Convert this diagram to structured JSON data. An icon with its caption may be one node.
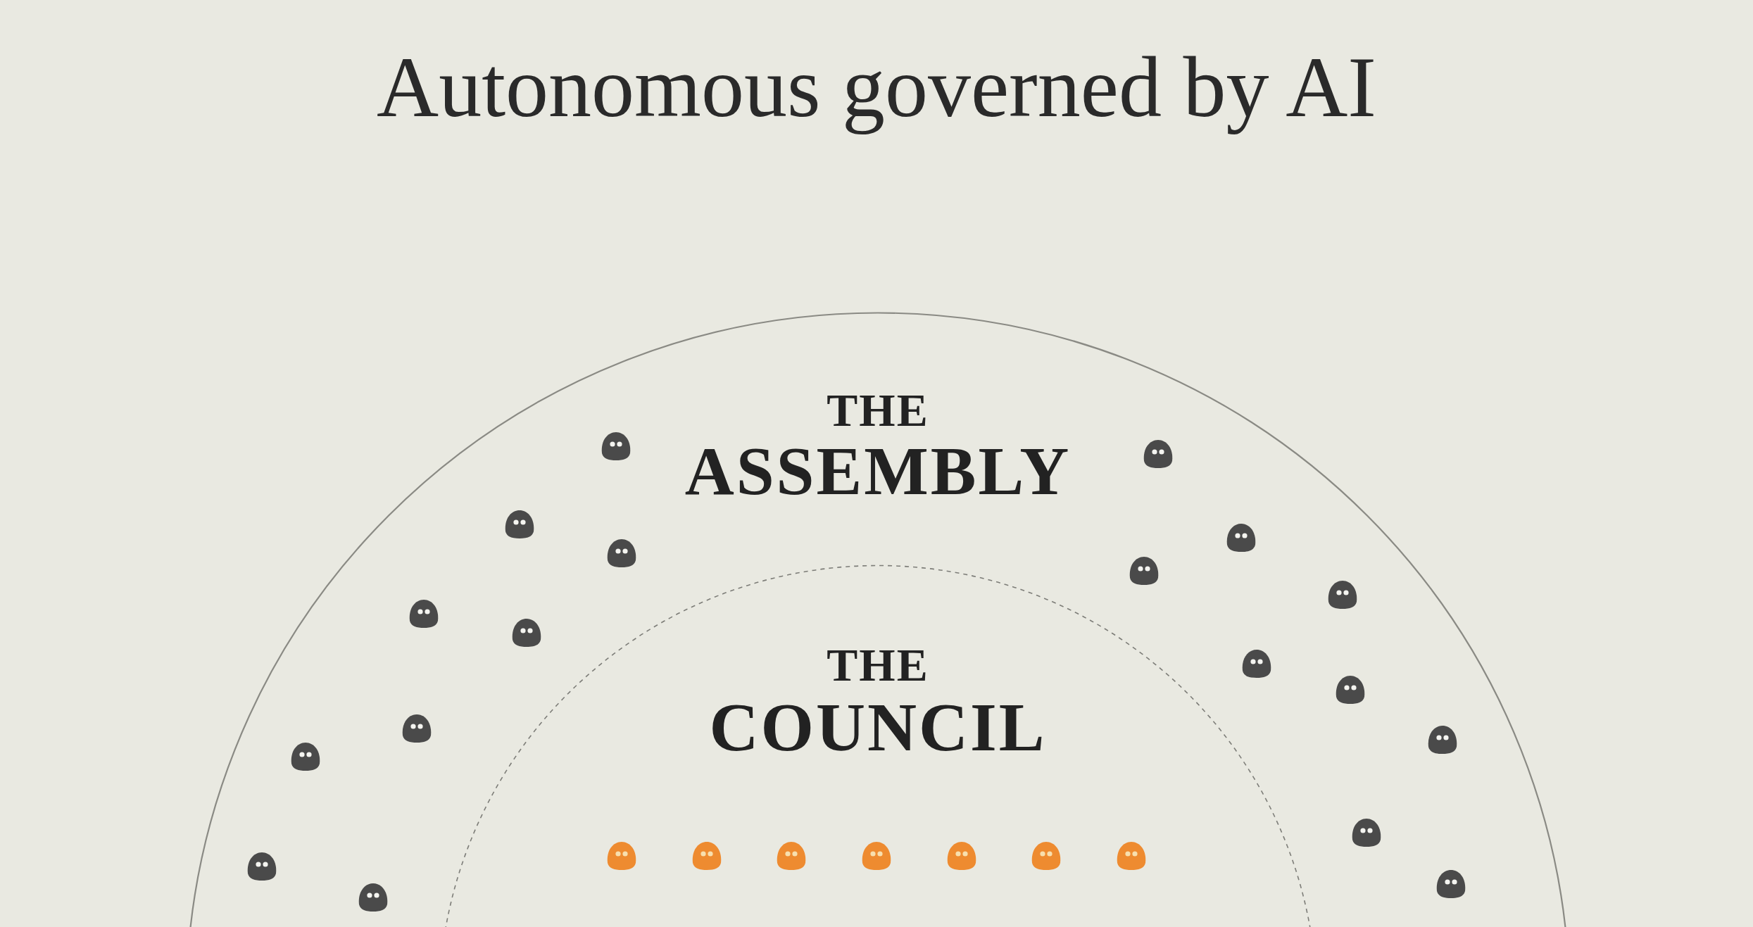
{
  "diagram": {
    "title": "Autonomous governed by AI",
    "nodes": [
      {
        "text": [
          "THE",
          "ASSEMBLY"
        ]
      },
      {
        "text": [
          "THE",
          "COUNCIL"
        ],
        "in": 0
      }
    ]
  }
}
